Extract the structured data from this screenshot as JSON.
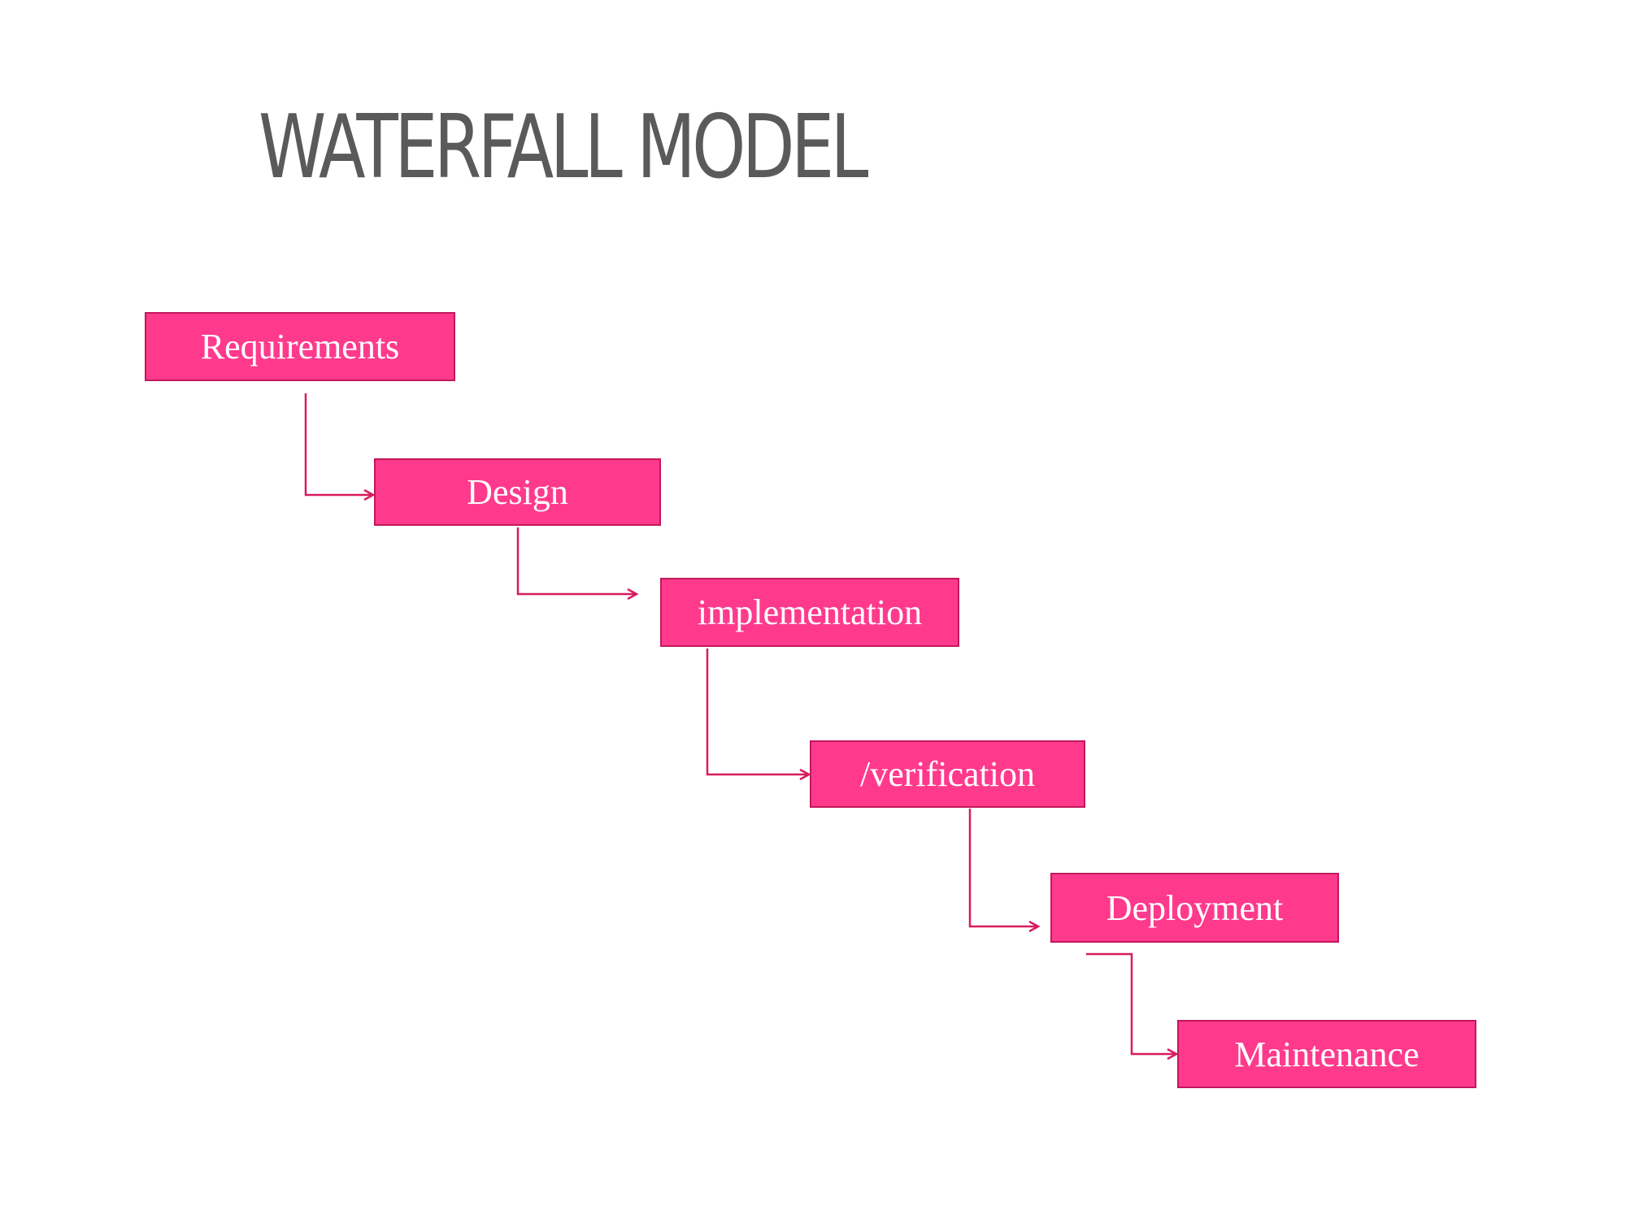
{
  "title": "WATERFALL MODEL",
  "colors": {
    "stage_fill": "#ff3a8c",
    "stage_border": "#c2185b",
    "connector": "#d81b60",
    "title_text": "#5a5a5a",
    "stage_text": "#ffffff"
  },
  "stages": [
    {
      "label": "Requirements"
    },
    {
      "label": "Design"
    },
    {
      "label": "implementation"
    },
    {
      "label": "/verification"
    },
    {
      "label": "Deployment"
    },
    {
      "label": "Maintenance"
    }
  ],
  "connections": [
    {
      "from": "Requirements",
      "to": "Design"
    },
    {
      "from": "Design",
      "to": "implementation"
    },
    {
      "from": "implementation",
      "to": "/verification"
    },
    {
      "from": "/verification",
      "to": "Deployment"
    },
    {
      "from": "Deployment",
      "to": "Maintenance"
    }
  ]
}
